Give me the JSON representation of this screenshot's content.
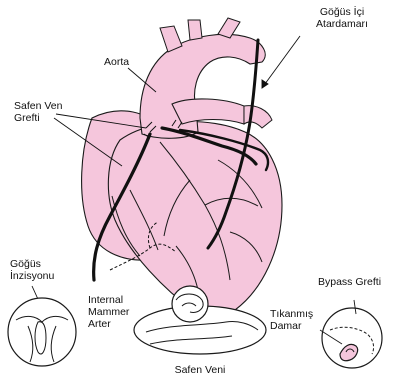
{
  "labels": {
    "internal_thoracic_artery": [
      "Göğüs İçi",
      "Atardamarı"
    ],
    "aorta": "Aorta",
    "saphenous_vein_graft": [
      "Safen Ven",
      "Grefti"
    ],
    "chest_incision": [
      "Göğüs",
      "İnzisyonu"
    ],
    "internal_mammary_artery": [
      "Internal",
      "Mammer",
      "Arter"
    ],
    "saphenous_vein": "Safen Veni",
    "bypass_graft": "Bypass Grefti",
    "blocked_vessel": [
      "Tıkanmış",
      "Damar"
    ]
  },
  "colors": {
    "heart_fill": "#f5c6dc",
    "outline": "#1a1a1a",
    "graft": "#111111"
  }
}
